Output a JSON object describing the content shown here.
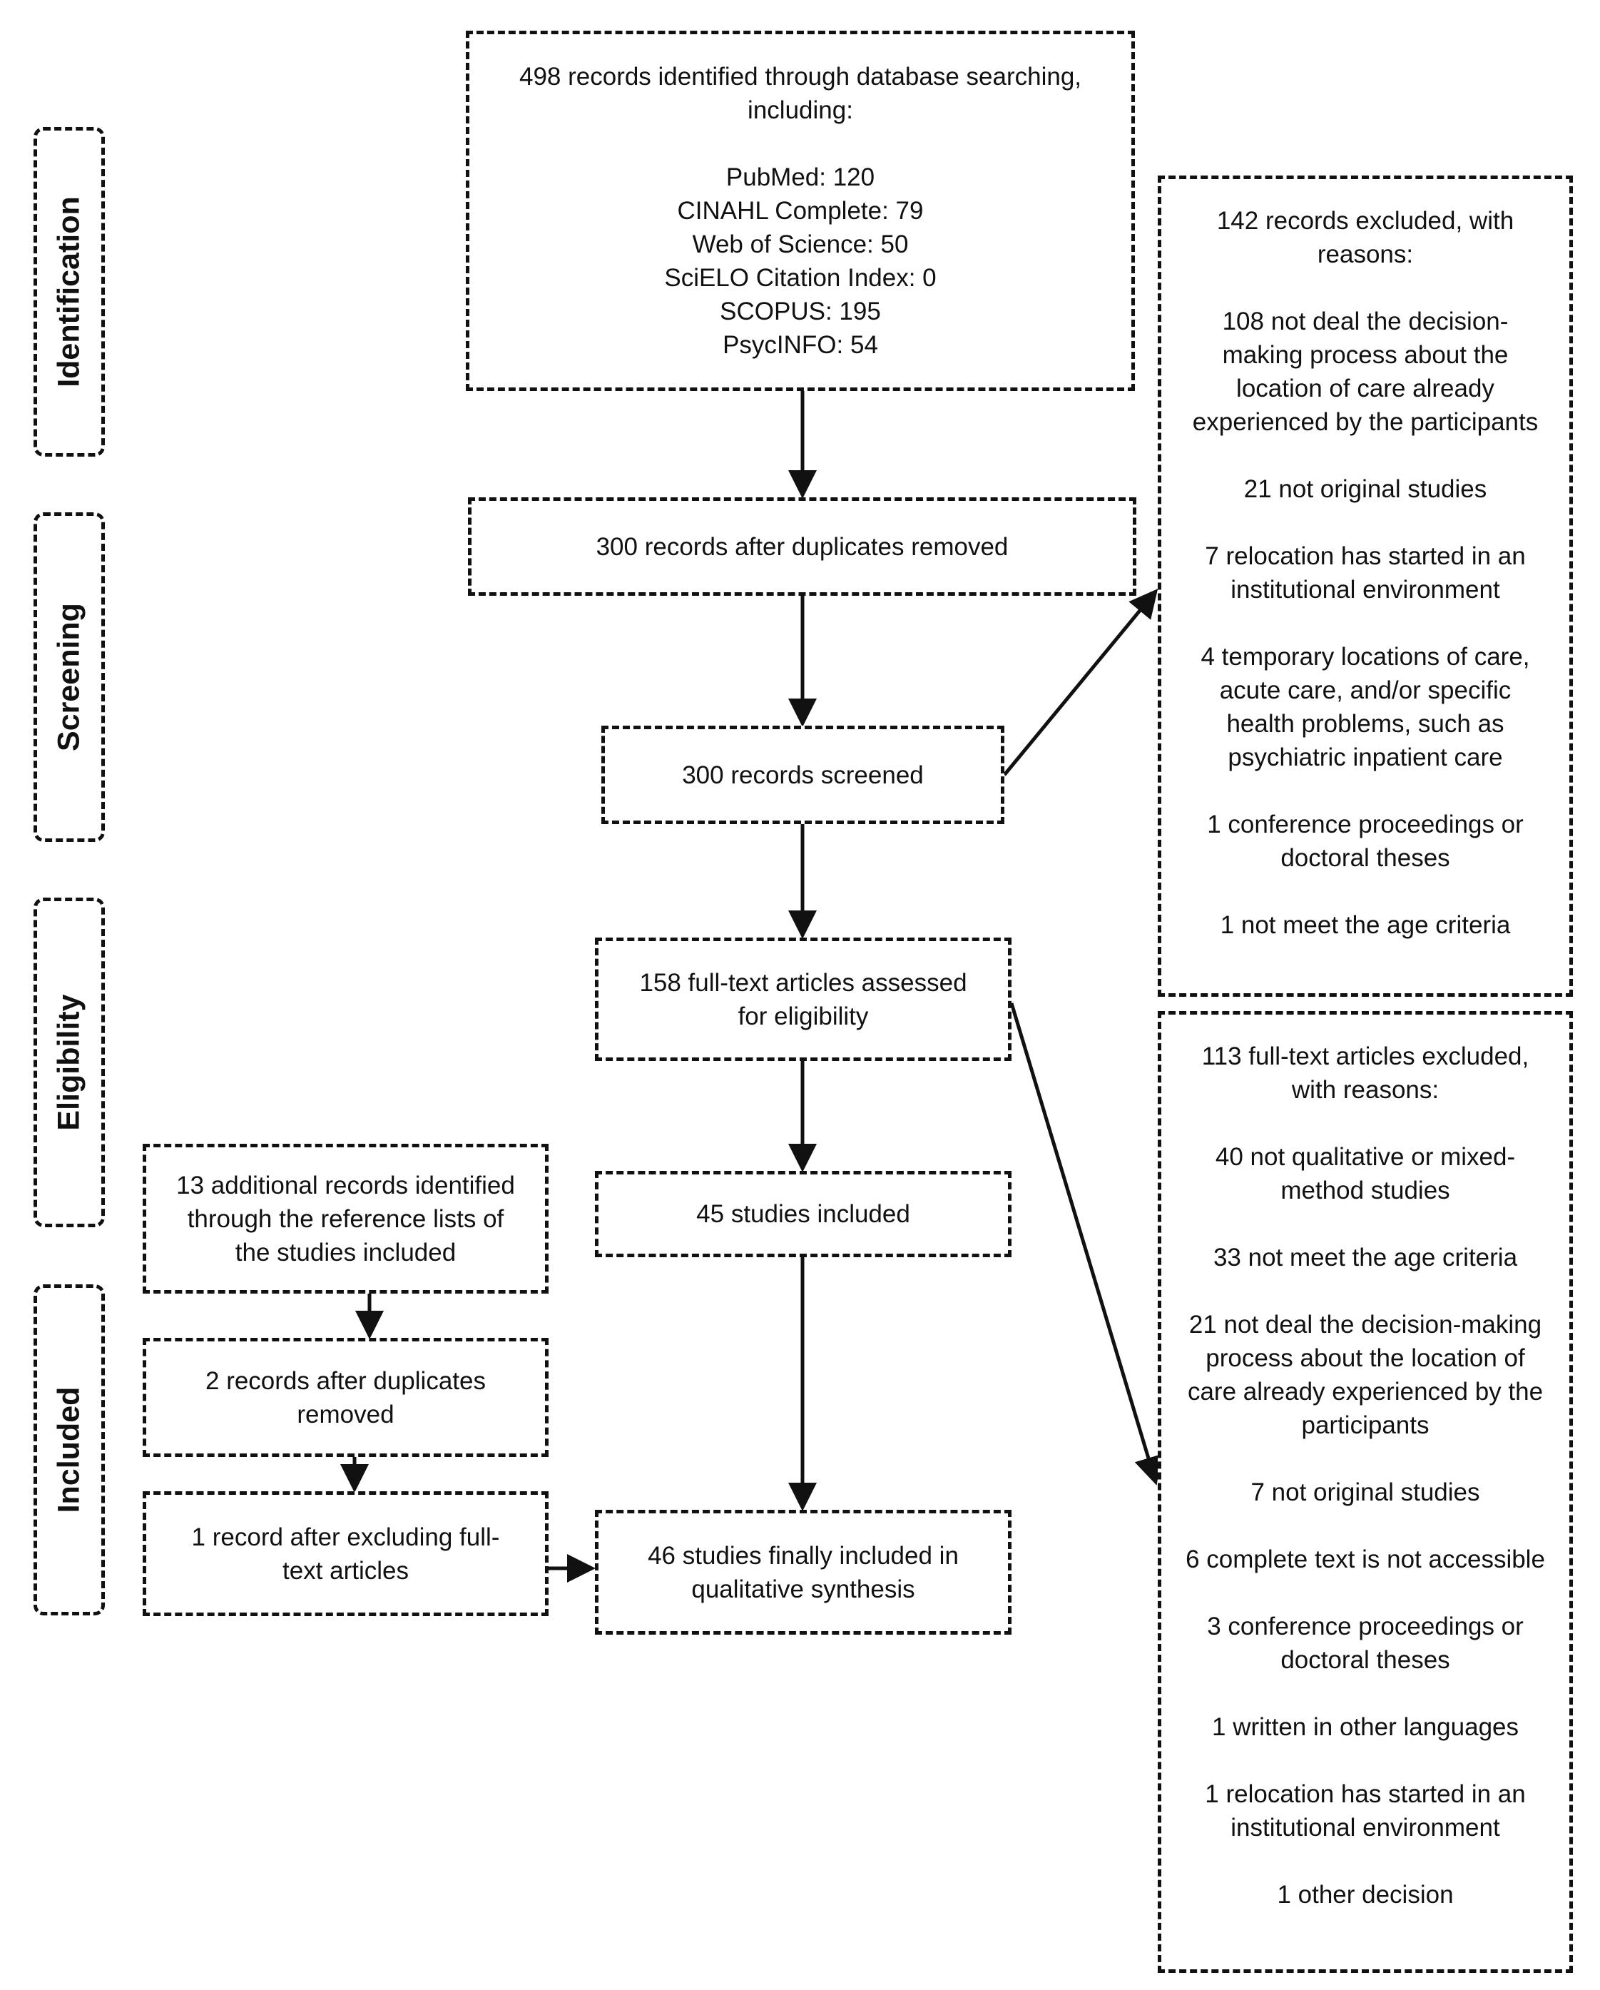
{
  "phases": {
    "identification": "Identification",
    "screening": "Screening",
    "eligibility": "Eligibility",
    "included": "Included"
  },
  "boxes": {
    "identified": {
      "lines": [
        "498 records identified through database searching,",
        "including:",
        "",
        "PubMed: 120",
        "CINAHL Complete: 79",
        "Web of Science: 50",
        "SciELO Citation Index: 0",
        "SCOPUS: 195",
        "PsycINFO: 54"
      ]
    },
    "duplicates_removed": {
      "lines": [
        "300 records after duplicates removed"
      ]
    },
    "screened": {
      "lines": [
        "300 records screened"
      ]
    },
    "fulltext_assessed": {
      "lines": [
        "158 full-text articles assessed",
        "for eligibility"
      ]
    },
    "studies_included": {
      "lines": [
        "45 studies included"
      ]
    },
    "final_included": {
      "lines": [
        "46 studies finally included in",
        "qualitative synthesis"
      ]
    },
    "additional_identified": {
      "lines": [
        "13 additional records identified",
        "through the reference lists of",
        "the studies included"
      ]
    },
    "additional_duplicates": {
      "lines": [
        "2 records after duplicates",
        "removed"
      ]
    },
    "additional_excluding": {
      "lines": [
        "1 record after excluding full-",
        "text articles"
      ]
    },
    "records_excluded": {
      "lines": [
        "142 records excluded, with",
        "reasons:",
        "",
        "108 not deal the decision-",
        "making process about the",
        "location of care already",
        "experienced by the participants",
        "",
        "21 not original studies",
        "",
        "7 relocation has started in an",
        "institutional environment",
        "",
        "4 temporary locations of care,",
        "acute care, and/or specific",
        "health problems, such as",
        "psychiatric inpatient care",
        "",
        "1 conference proceedings or",
        "doctoral theses",
        "",
        "1 not meet the age criteria"
      ]
    },
    "fulltext_excluded": {
      "lines": [
        "113 full-text articles excluded,",
        "with reasons:",
        "",
        "40 not qualitative or mixed-",
        "method studies",
        "",
        "33 not meet the age criteria",
        "",
        "21 not deal the decision-making",
        "process about the location of",
        "care already experienced by the",
        "participants",
        "",
        "7 not original studies",
        "",
        "6 complete text is not accessible",
        "",
        "3 conference proceedings or",
        "doctoral theses",
        "",
        "1 written in other languages",
        "",
        "1 relocation has started in an",
        "institutional environment",
        "",
        "1 other decision"
      ]
    }
  }
}
